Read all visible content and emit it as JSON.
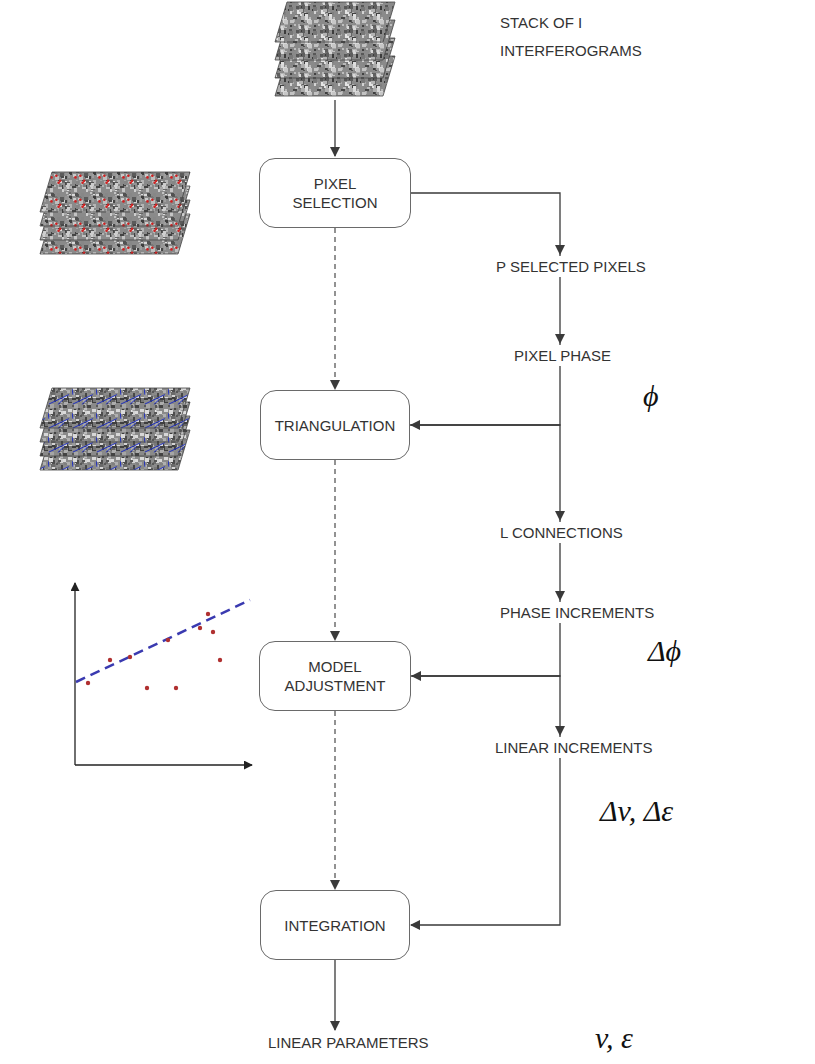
{
  "diagram": {
    "nodes": [
      {
        "text": [
          "PIXEL SELECTION"
        ]
      },
      {
        "text": [
          "TRIANGULATION"
        ]
      },
      {
        "text": [
          "MODEL ADJUSTMENT"
        ]
      },
      {
        "text": [
          "INTEGRATION"
        ]
      }
    ],
    "edges": [
      {
        "from": 0,
        "to": 1,
        "arrow": "to"
      },
      {
        "from": 0,
        "to": 1,
        "arrow": "to"
      },
      {
        "from": 1,
        "to": 2,
        "arrow": "to"
      },
      {
        "from": 1,
        "to": 2,
        "arrow": "to"
      },
      {
        "from": 2,
        "to": 3,
        "arrow": "to"
      },
      {
        "from": 2,
        "to": 3,
        "arrow": "to"
      }
    ],
    "labels": [
      "STACK OF I INTERFEROGRAMS",
      "P SELECTED PIXELS",
      "PIXEL PHASE",
      "ϕ",
      "L CONNECTIONS",
      "PHASE INCREMENTS",
      "Δϕ",
      "LINEAR INCREMENTS",
      "Δv, Δε",
      "LINEAR PARAMETERS",
      "v, ε"
    ]
  }
}
